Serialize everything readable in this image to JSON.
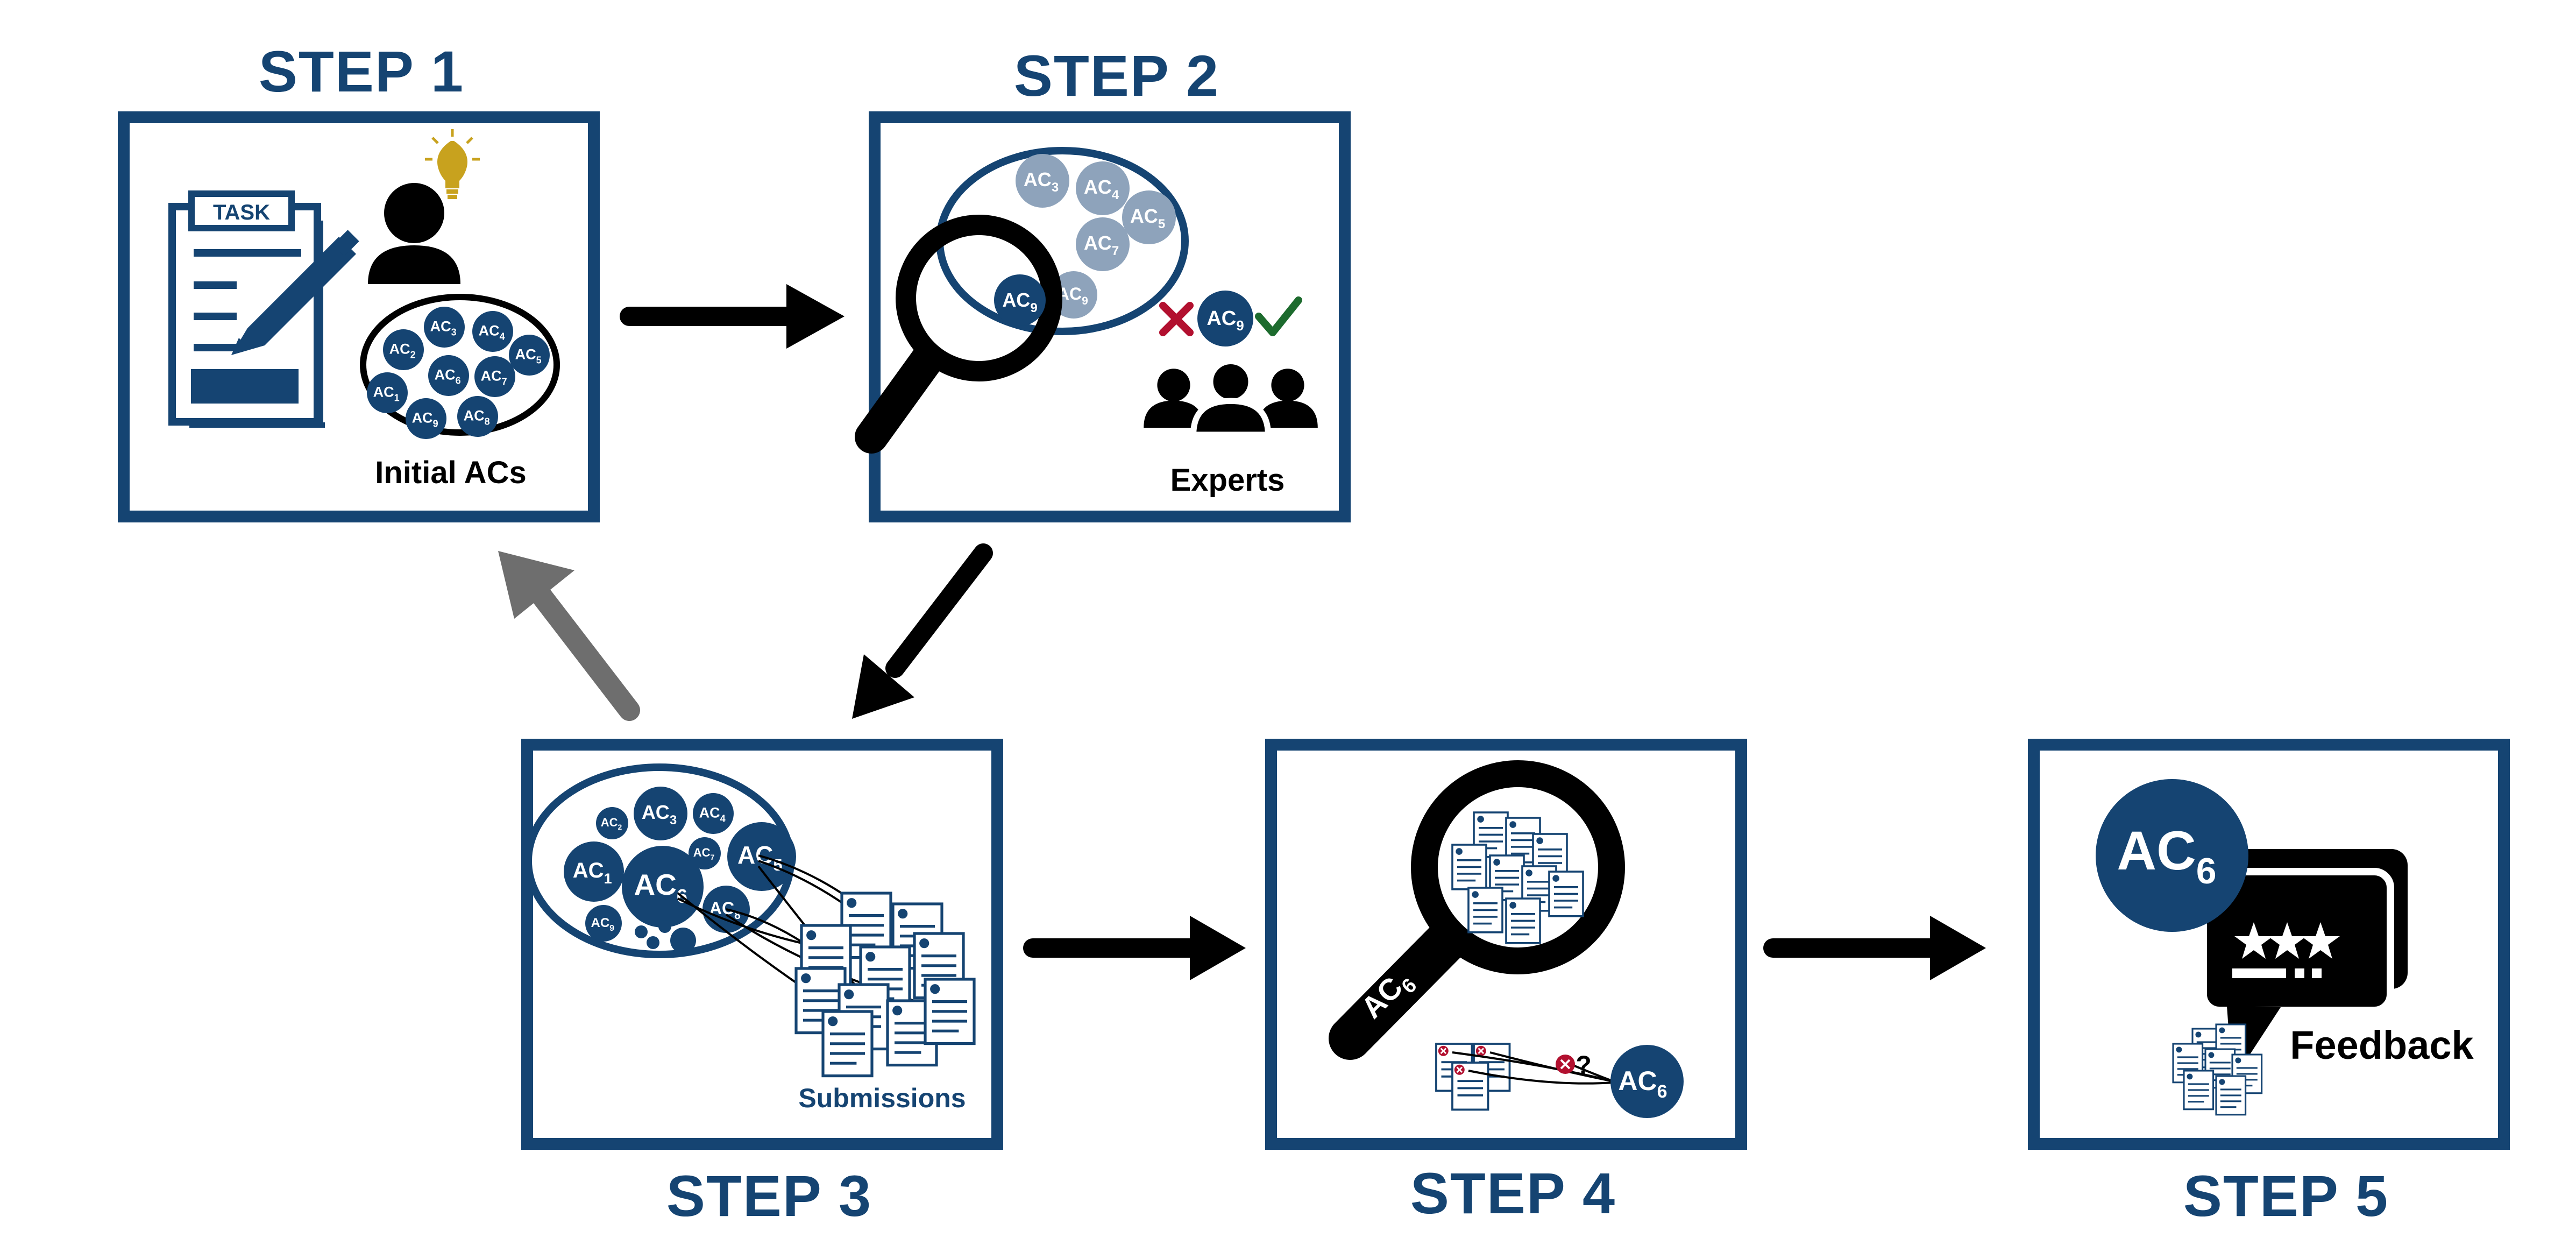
{
  "colors": {
    "navy": "#154472",
    "light_ac": "#8ea3bb",
    "arrow": "#000000",
    "back_arrow": "#6e6e6e",
    "bulb": "#c8a21e",
    "cross": "#b2102f",
    "check": "#1d6b2e"
  },
  "steps": [
    {
      "title": "STEP 1",
      "label": "Initial ACs",
      "task_label": "TASK",
      "icons": [
        "task-clipboard-icon",
        "pencil-icon",
        "person-icon",
        "lightbulb-icon"
      ]
    },
    {
      "title": "STEP 2",
      "label": "Experts",
      "icons": [
        "magnifier-icon",
        "cross-icon",
        "check-icon",
        "experts-group-icon"
      ]
    },
    {
      "title": "STEP 3",
      "label": "Submissions",
      "icons": [
        "document-stack-icon"
      ]
    },
    {
      "title": "STEP 4",
      "icons": [
        "magnifier-icon",
        "document-stack-icon"
      ]
    },
    {
      "title": "STEP 5",
      "label": "Feedback",
      "icons": [
        "speech-bubble-icon",
        "star-icon",
        "document-stack-icon"
      ]
    }
  ],
  "step1_acs": [
    {
      "base": "AC",
      "sub": "1"
    },
    {
      "base": "AC",
      "sub": "2"
    },
    {
      "base": "AC",
      "sub": "3"
    },
    {
      "base": "AC",
      "sub": "4"
    },
    {
      "base": "AC",
      "sub": "5"
    },
    {
      "base": "AC",
      "sub": "6"
    },
    {
      "base": "AC",
      "sub": "7"
    },
    {
      "base": "AC",
      "sub": "8"
    },
    {
      "base": "AC",
      "sub": "9"
    }
  ],
  "step2_acs": [
    {
      "base": "AC",
      "sub": "3"
    },
    {
      "base": "AC",
      "sub": "4"
    },
    {
      "base": "AC",
      "sub": "5"
    },
    {
      "base": "AC",
      "sub": "7"
    },
    {
      "base": "AC",
      "sub": "9"
    }
  ],
  "step2_selected_ac": {
    "base": "AC",
    "sub": "9"
  },
  "step3_acs": [
    {
      "base": "AC",
      "sub": "1"
    },
    {
      "base": "AC",
      "sub": "2"
    },
    {
      "base": "AC",
      "sub": "3"
    },
    {
      "base": "AC",
      "sub": "4"
    },
    {
      "base": "AC",
      "sub": "5"
    },
    {
      "base": "AC",
      "sub": "6"
    },
    {
      "base": "AC",
      "sub": "7"
    },
    {
      "base": "AC",
      "sub": "8"
    },
    {
      "base": "AC",
      "sub": "9"
    }
  ],
  "step4_handle_ac": {
    "base": "AC",
    "sub": "6"
  },
  "step4_target_ac": {
    "base": "AC",
    "sub": "6"
  },
  "step4_unknown_mark": "?",
  "step5_ac": {
    "base": "AC",
    "sub": "6"
  }
}
